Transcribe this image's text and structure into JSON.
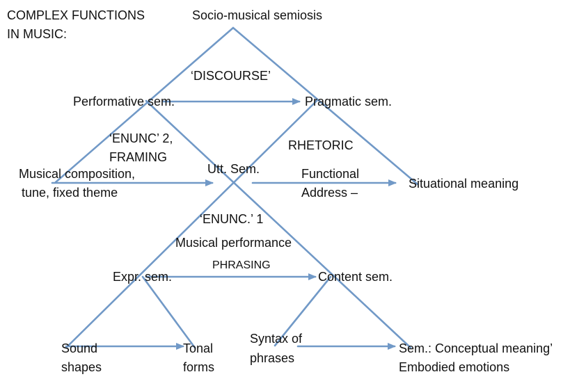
{
  "title": {
    "line1": "COMPLEX FUNCTIONS",
    "line2": "IN MUSIC:"
  },
  "nodes": {
    "socio_musical": "Socio-musical semiosis",
    "performative": "Performative sem.",
    "pragmatic": "Pragmatic sem.",
    "utt": "Utt. Sem.",
    "composition_line1": "Musical composition,",
    "composition_line2": "tune, fixed theme",
    "situational": "Situational meaning",
    "expr": "Expr. sem.",
    "content": "Content sem.",
    "sound_line1": "Sound",
    "sound_line2": "shapes",
    "tonal_line1": "Tonal",
    "tonal_line2": "forms",
    "syntax_line1": "Syntax of",
    "syntax_line2": "phrases",
    "conceptual_line1": "Sem.: Conceptual meaning’",
    "conceptual_line2": "Embodied emotions"
  },
  "relations": {
    "discourse": "‘DISCOURSE’",
    "enunc2_line1": "‘ENUNC’ 2,",
    "enunc2_line2": "FRAMING",
    "rhetoric": "RHETORIC",
    "functional_line1": "Functional",
    "functional_line2": "Address –",
    "enunc1": "‘ENUNC.’ 1",
    "musical_performance": "Musical performance",
    "phrasing": "PHRASING"
  },
  "colors": {
    "line": "#7199c7",
    "text": "#111111"
  }
}
